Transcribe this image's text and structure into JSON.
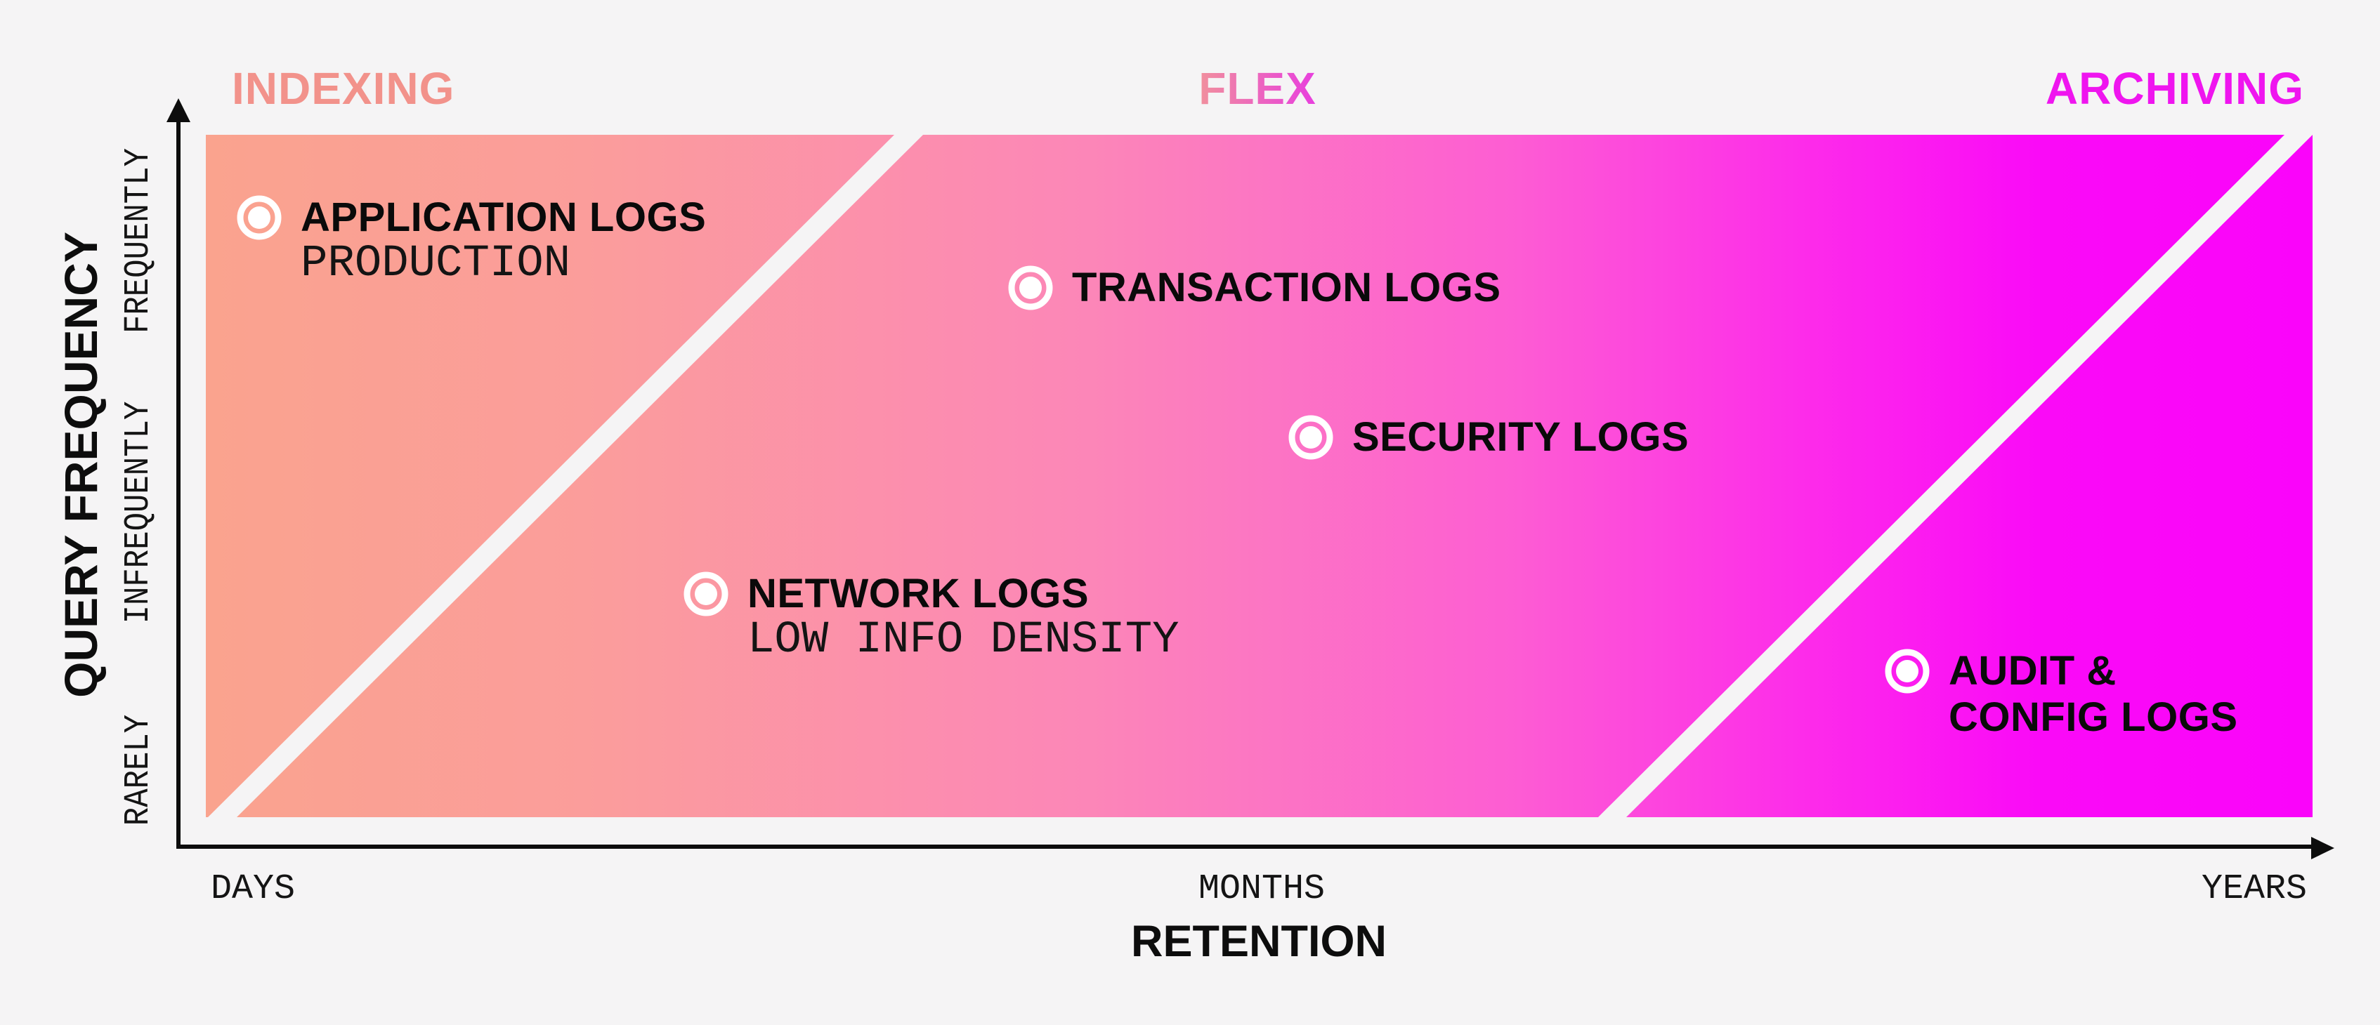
{
  "page": {
    "background": "#f5f4f5"
  },
  "zones": [
    {
      "label": "INDEXING",
      "color": "#f2928b"
    },
    {
      "label": "FLEX",
      "color_start": "#f1909d",
      "color_end": "#e83ede"
    },
    {
      "label": "ARCHIVING",
      "color": "#ef15ef"
    }
  ],
  "axes": {
    "x": {
      "title": "RETENTION",
      "ticks": {
        "left": "DAYS",
        "center": "MONTHS",
        "right": "YEARS"
      }
    },
    "y": {
      "title": "QUERY FREQUENCY",
      "ticks": {
        "top": "FREQUENTLY",
        "middle": "INFREQUENTLY",
        "bottom": "RARELY"
      }
    }
  },
  "points": [
    {
      "label_lines": [
        "APPLICATION LOGS"
      ],
      "caption": "PRODUCTION"
    },
    {
      "label_lines": [
        "TRANSACTION LOGS"
      ],
      "caption": ""
    },
    {
      "label_lines": [
        "SECURITY LOGS"
      ],
      "caption": ""
    },
    {
      "label_lines": [
        "NETWORK LOGS"
      ],
      "caption": "LOW INFO DENSITY"
    },
    {
      "label_lines": [
        "AUDIT &",
        "CONFIG LOGS"
      ],
      "caption": ""
    }
  ],
  "colors": {
    "background": "#f5f4f5",
    "axis": "#0d0d0d",
    "text": "#0a0a0a",
    "gradient_stops": [
      "#faa38e",
      "#fb9d9b",
      "#fc86b8",
      "#fd5dd3",
      "#fd2bea",
      "#fa0af7",
      "#fa04fa"
    ],
    "divider_band": "#f5f4f5",
    "marker": "#ffffff"
  },
  "chart_data": {
    "type": "scatter",
    "title": "",
    "xlabel": "RETENTION",
    "ylabel": "QUERY FREQUENCY",
    "x_tick_labels": [
      "DAYS",
      "MONTHS",
      "YEARS"
    ],
    "y_tick_labels": [
      "RARELY",
      "INFREQUENTLY",
      "FREQUENTLY"
    ],
    "xlim": [
      0,
      1
    ],
    "ylim": [
      0,
      1
    ],
    "grid": false,
    "legend": false,
    "zones": [
      {
        "name": "INDEXING",
        "x_range": [
          0,
          0.33
        ]
      },
      {
        "name": "FLEX",
        "x_range": [
          0.33,
          0.89
        ]
      },
      {
        "name": "ARCHIVING",
        "x_range": [
          0.89,
          1
        ]
      }
    ],
    "points": [
      {
        "label": "APPLICATION LOGS",
        "caption": "PRODUCTION",
        "x": 0.025,
        "y": 0.88,
        "zone": "INDEXING"
      },
      {
        "label": "TRANSACTION LOGS",
        "caption": "",
        "x": 0.39,
        "y": 0.78,
        "zone": "FLEX"
      },
      {
        "label": "SECURITY LOGS",
        "caption": "",
        "x": 0.52,
        "y": 0.56,
        "zone": "FLEX"
      },
      {
        "label": "NETWORK LOGS",
        "caption": "LOW INFO DENSITY",
        "x": 0.24,
        "y": 0.33,
        "zone": "FLEX"
      },
      {
        "label": "AUDIT & CONFIG LOGS",
        "caption": "",
        "x": 0.81,
        "y": 0.21,
        "zone": "ARCHIVING"
      }
    ]
  }
}
